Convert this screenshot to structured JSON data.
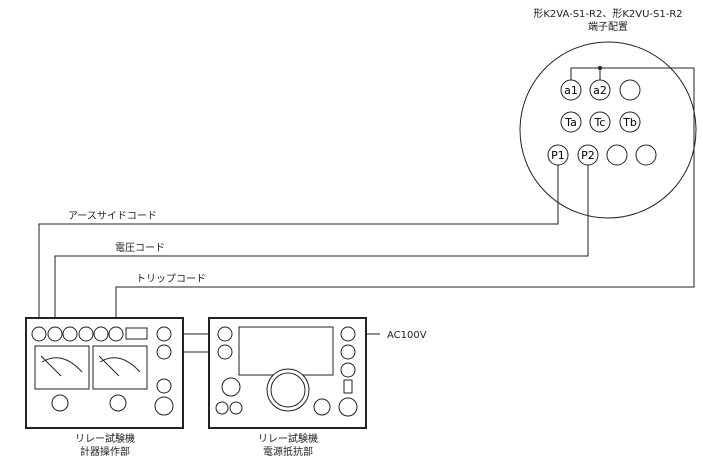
{
  "title_line1": "形K2VA-S1-R2、形K2VU-S1-R2",
  "title_line2": "端子配置",
  "terminals": {
    "a1": "a1",
    "a2": "a2",
    "ta": "Ta",
    "tc": "Tc",
    "tb": "Tb",
    "p1": "P1",
    "p2": "P2"
  },
  "cords": {
    "earth": "アースサイドコード",
    "voltage": "電圧コード",
    "trip": "トリップコード"
  },
  "ac_label": "AC100V",
  "unit_left": {
    "line1": "リレー試験機",
    "line2": "計器操作部"
  },
  "unit_right": {
    "line1": "リレー試験機",
    "line2": "電源抵抗部"
  }
}
